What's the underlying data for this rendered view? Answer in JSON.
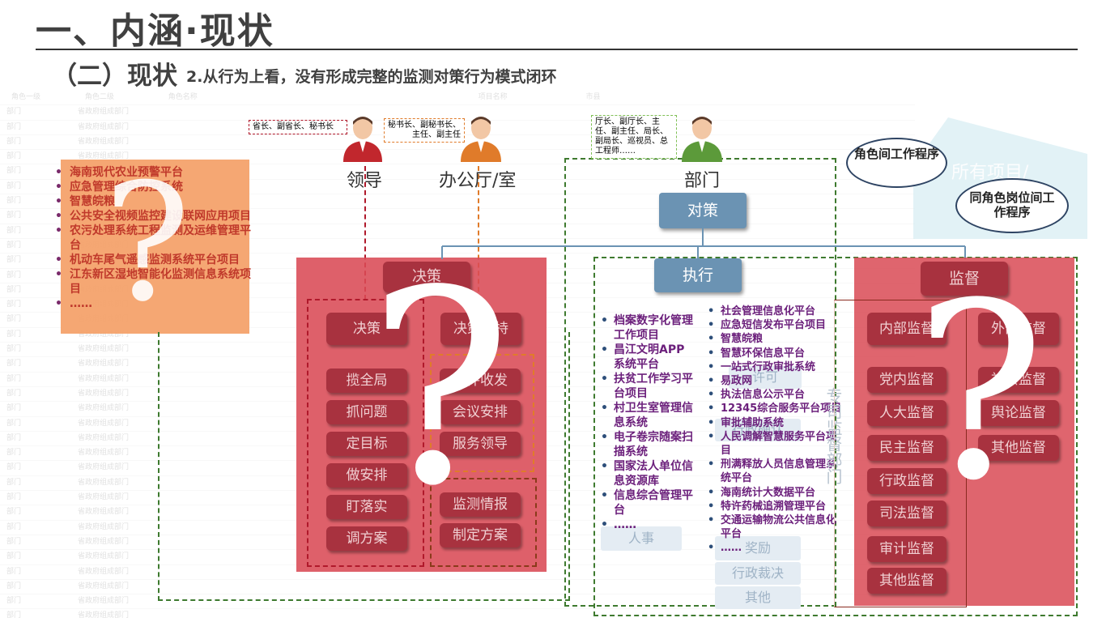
{
  "header": {
    "title": "一、内涵·现状",
    "subtitle_main": "（二）现状",
    "subtitle_detail": "2.从行为上看，没有形成完整的监测对策行为模式闭环"
  },
  "colors": {
    "red_area": "#d94a55",
    "pill": "#a8323f",
    "orange": "#f4a26b",
    "blue_button": "#6b93b3",
    "green_dash": "#3e7a2f",
    "purple_text": "#6b1f7b",
    "orange_dash": "#e07b2a",
    "red_dash": "#b0192b"
  },
  "orange_panel": {
    "items": [
      "海南现代农业预警平台",
      "应急管理综合防控系统",
      "智慧皖粮",
      "公共安全视频监控建设联网应用项目",
      "农污处理系统工程监测及运维管理平台",
      "机动车尾气遥感监测系统平台项目",
      "江东新区湿地智能化监测信息系统项目",
      "……"
    ],
    "qmark": "?"
  },
  "roles": {
    "leader": {
      "label": "领导",
      "tag": "省长、副省长、秘书长",
      "icon": "person-red-icon"
    },
    "office": {
      "label": "办公厅/室",
      "tag": "秘书长、副秘书长、主任、副主任",
      "icon": "person-orange-icon"
    },
    "department": {
      "label": "部门",
      "tag": "厅长、副厅长、主任、副主任、局长、副局长、巡视员、总工程师……",
      "icon": "person-green-icon"
    }
  },
  "clouds": {
    "c1": "角色间工作程序",
    "c2": "同角色岗位间工作程序"
  },
  "flow": {
    "duice": "对策",
    "zhixing": "执行",
    "jiandu": "监督",
    "juece": "决策"
  },
  "decision_left": {
    "head": "决策",
    "items": [
      "揽全局",
      "抓问题",
      "定目标",
      "做安排",
      "盯落实",
      "调方案"
    ]
  },
  "decision_right": {
    "head": "决策支持",
    "items_a": [
      "文件收发",
      "会议安排",
      "服务领导"
    ],
    "items_b": [
      "监测情报",
      "制定方案"
    ]
  },
  "execution_left": [
    "档案数字化管理工作项目",
    "昌江文明APP系统平台",
    "扶贫工作学习平台项目",
    "村卫生室管理信息系统",
    "电子卷宗随案扫描系统",
    "国家法人单位信息资源库",
    "信息综合管理平台",
    "……"
  ],
  "execution_right": [
    "社会管理信息化平台",
    "应急短信发布平台项目",
    "智慧皖粮",
    "智慧环保信息平台",
    "一站式行政审批系统",
    "易政网",
    "执法信息公示平台",
    "12345综合服务平台项目",
    "审批辅助系统",
    "人民调解智慧服务平台项目",
    "刑满释放人员信息管理系统平台",
    "海南统计大数据平台",
    "特许药械追溯管理平台",
    "交通运输物流公共信息化平台",
    "……"
  ],
  "ghost_buttons": [
    "人事",
    "奖励",
    "行政裁决",
    "其他",
    "许可",
    "行政确认"
  ],
  "vertical_label": "专司监督部门",
  "supervision_left": [
    "内部监督",
    "党内监督",
    "人大监督",
    "民主监督",
    "行政监督",
    "司法监督",
    "审计监督",
    "其他监督"
  ],
  "supervision_right": [
    "外部监督",
    "社会监督",
    "舆论监督",
    "其他监督"
  ],
  "qmark": "?",
  "bg_header": [
    "角色一级",
    "角色二级",
    "角色名称",
    "项目名称",
    "市县"
  ],
  "bg_rows_left": [
    "部门",
    "省政府组成部门"
  ],
  "bg_corner_text": "所有项目/"
}
